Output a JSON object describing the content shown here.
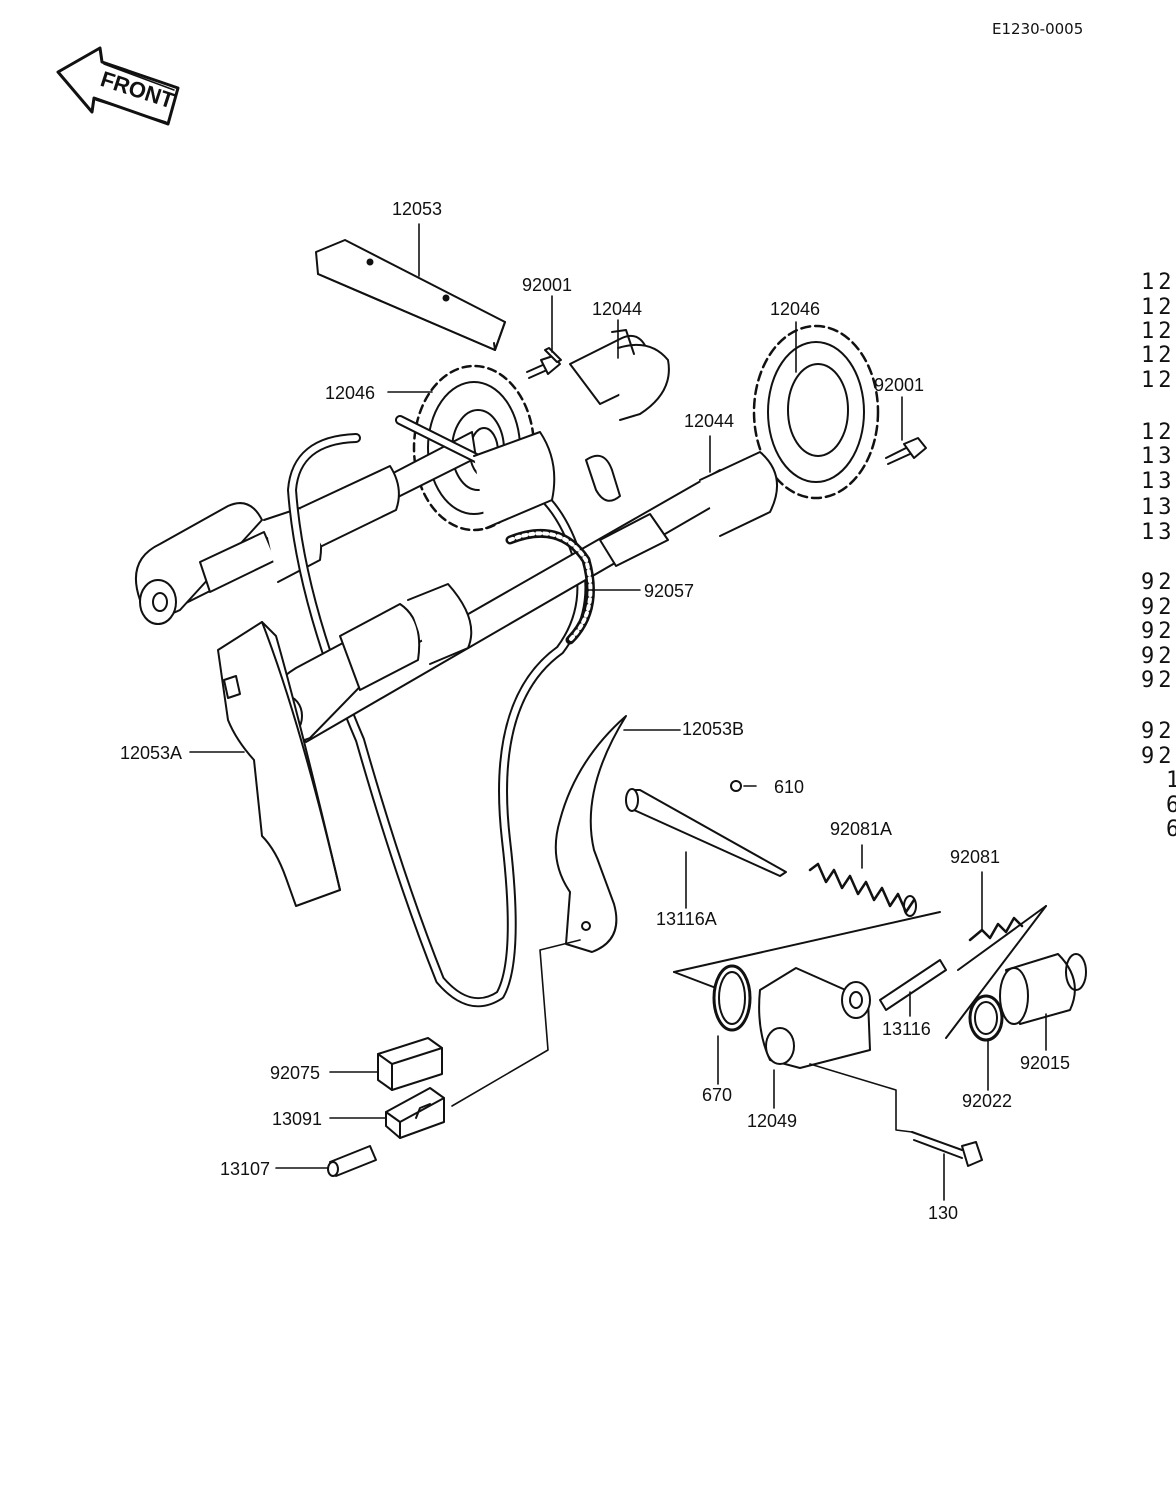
{
  "document": {
    "code": "E1230-0005",
    "front_marker": "FRONT"
  },
  "labels": {
    "p12053": "12053",
    "p92001_left": "92001",
    "p12044_top": "12044",
    "p12046_right": "12046",
    "p12046_left": "12046",
    "p92001_right": "92001",
    "p12044_right": "12044",
    "p92057": "92057",
    "p12053a": "12053A",
    "p12053b": "12053B",
    "p610": "610",
    "p92081a": "92081A",
    "p92081": "92081",
    "p13116a": "13116A",
    "p13116": "13116",
    "p670": "670",
    "p12049": "12049",
    "p92022": "92022",
    "p92015": "92015",
    "p92075": "92075",
    "p13091": "13091",
    "p13107": "13107",
    "p130": "130"
  },
  "reference_column": [
    "12",
    "12",
    "12",
    "12",
    "12",
    "12",
    "13",
    "13",
    "13",
    "13",
    "92",
    "92",
    "92",
    "92",
    "92",
    "92",
    "92",
    "1",
    "6",
    "6"
  ]
}
